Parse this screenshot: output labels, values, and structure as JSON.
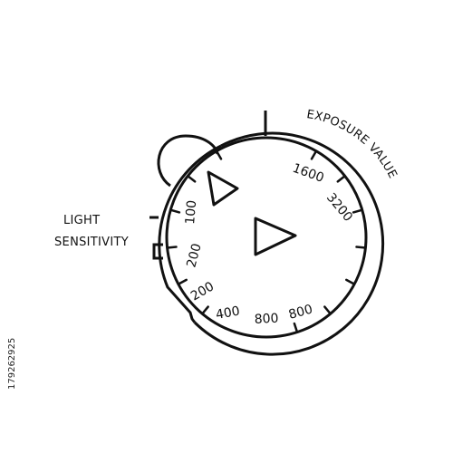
{
  "labels": {
    "left": [
      "LIGHT",
      "SENSITIVITY"
    ],
    "arc": "EXPOSURE VALUE"
  },
  "scale_values": {
    "left": [
      "100",
      "200"
    ],
    "bottom": [
      "200",
      "400",
      "800",
      "800"
    ],
    "right": [
      "1600",
      "3200"
    ]
  },
  "stock_id": "179262925",
  "colors": {
    "stroke": "#111111",
    "background": "#ffffff"
  },
  "icons": {
    "small_arrow": "play-triangle-icon",
    "large_arrow": "play-triangle-icon"
  }
}
